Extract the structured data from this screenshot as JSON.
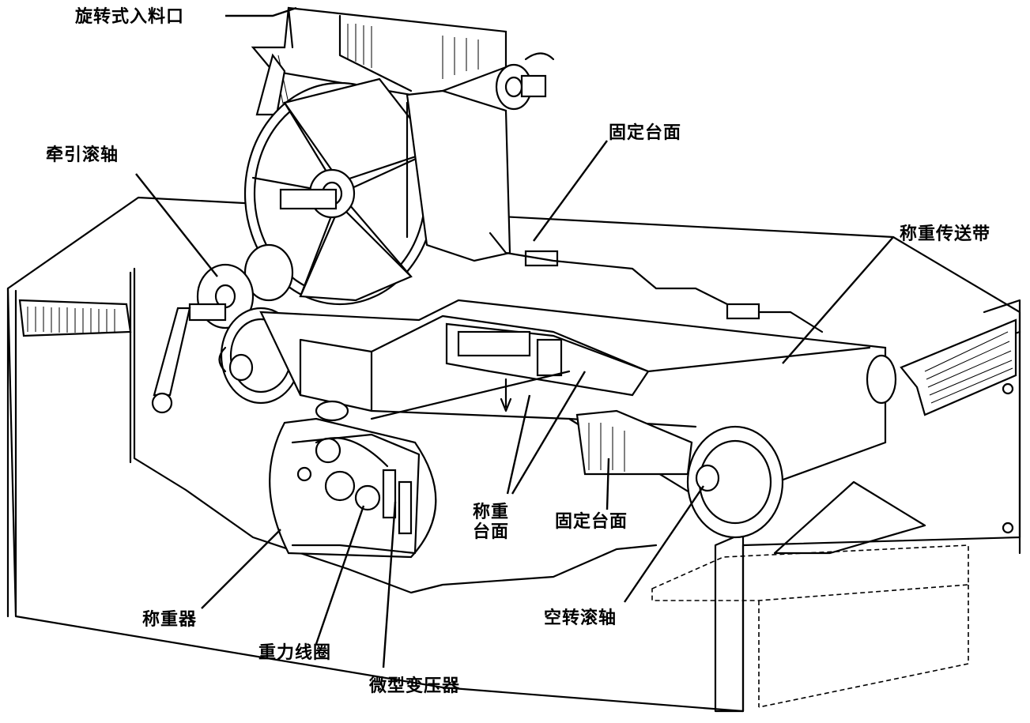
{
  "diagram": {
    "subject": "Belt weighing feeder cutaway illustration",
    "labels": {
      "rotary_inlet": "旋转式入料口",
      "traction_roller": "牵引滚轴",
      "fixed_platform_top": "固定台面",
      "weighing_belt": "称重传送带",
      "weighing_platform": "称重\n台面",
      "fixed_platform_bottom": "固定台面",
      "weigher": "称重器",
      "gravity_coil": "重力线圈",
      "micro_transformer": "微型变压器",
      "idler_roller": "空转滚轴"
    }
  }
}
